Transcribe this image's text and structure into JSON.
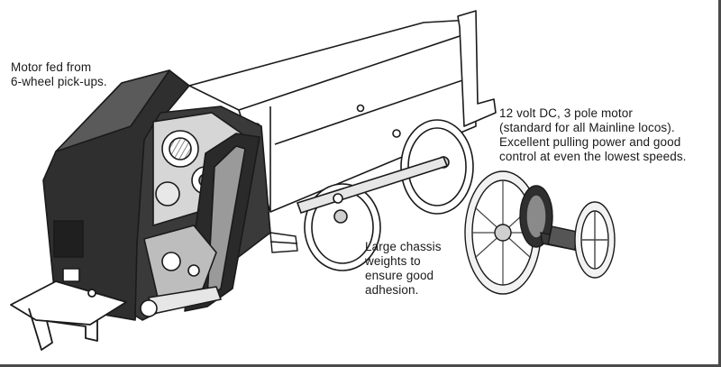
{
  "callouts": {
    "motor_feed": "Motor fed from\n6-wheel pick-ups.",
    "motor_spec": "12 volt DC, 3 pole motor\n(standard for all Mainline locos).\nExcellent pulling power and good\ncontrol at even the lowest speeds.",
    "chassis_weights": "Large chassis\nweights to\nensure good\nadhesion."
  },
  "colors": {
    "ink": "#1a1a1a",
    "motor_dark": "#2f2f2f",
    "gear_light": "#d6d6d6",
    "paper": "#ffffff"
  }
}
